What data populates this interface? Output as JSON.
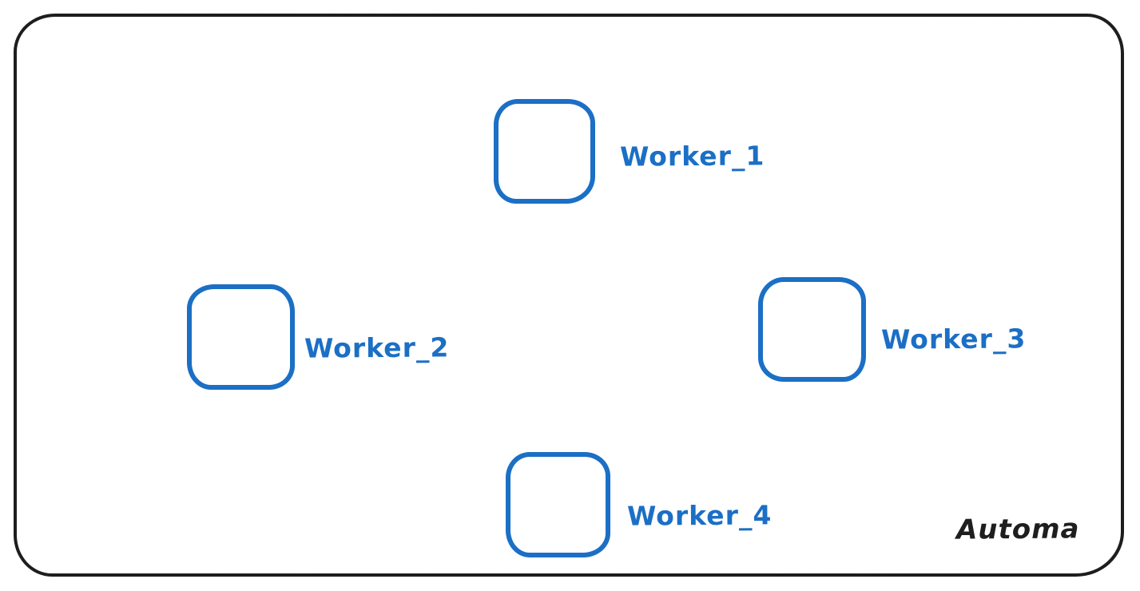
{
  "diagram": {
    "watermark": "Automa",
    "nodes": [
      {
        "id": 1,
        "label": "Worker_1"
      },
      {
        "id": 2,
        "label": "Worker_2"
      },
      {
        "id": 3,
        "label": "Worker_3"
      },
      {
        "id": 4,
        "label": "Worker_4"
      }
    ],
    "colors": {
      "node_stroke": "#1b6fc5",
      "label_text": "#1b6fc5",
      "frame_stroke": "#1e1e1e",
      "watermark_text": "#1e1e1e",
      "background": "#ffffff"
    }
  }
}
